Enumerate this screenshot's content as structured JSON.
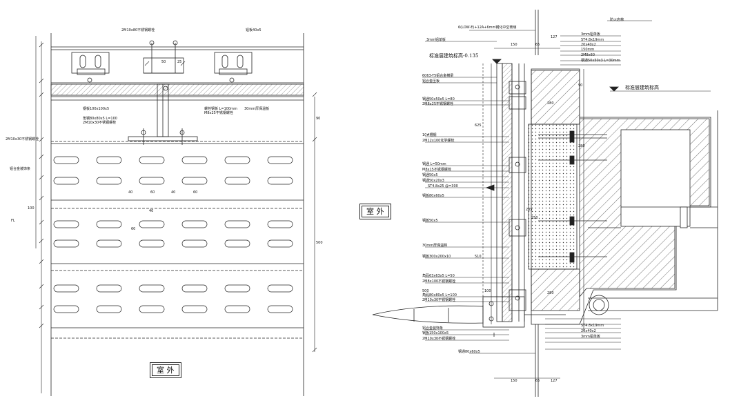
{
  "left_view": {
    "outside_label": "室  外",
    "dims": {
      "d50": "50",
      "d25": "25",
      "d40a": "40",
      "d60a": "60",
      "d40b": "40",
      "d60b": "60",
      "d40c": "40",
      "d60c": "60",
      "d90": "90",
      "d500": "500",
      "d100": "100"
    },
    "notes": {
      "top_bolt": "2M10x80不锈钢螺栓",
      "top_right": "铝板40x5",
      "steel_bar": "钢板100x100x5",
      "angle": "角钢80x80x5 L=100",
      "anchor": "2M10x30不锈钢螺栓",
      "bolt_right": "螺栓钢板 L=100mm",
      "bolt_right2": "M8x25不锈钢螺栓",
      "board": "30mm厚保温板",
      "left_bolt": "2M10x30不锈钢螺栓",
      "left_mid": "铝合金装饰条",
      "left_fl": "FL"
    }
  },
  "right_view": {
    "outside_label": "室  外",
    "level_std": "标准层建筑标高-0.135",
    "level_std2": "标准层建筑标高",
    "top_dims": {
      "d150": "150",
      "d65": "65",
      "d127": "127"
    },
    "bottom_dims": {
      "d150": "150",
      "d65": "65",
      "d127": "127"
    },
    "inner_dims": {
      "d280a": "280",
      "d280b": "280",
      "d280c": "280",
      "d235": "235",
      "d250": "250",
      "d90": "90",
      "d100": "100",
      "d500": "500",
      "d625": "625",
      "d510": "510"
    },
    "notes_left": [
      "6(LOW-E)+12A+6mm钢化中空玻璃",
      "3mm铝单板",
      "6063-T5铝合金横梁",
      "铝合金压板",
      "钢通50x50x5 L=80",
      "2M8x25不锈钢螺栓",
      "10#槽钢",
      "2M12x100化学螺栓",
      "钢通 L=50mm",
      "M8x15不锈钢螺栓",
      "钢通50x5",
      "钢通50x20x3",
      "ST4.8x25 @=300",
      "钢板80x60x5",
      "钢板50x5",
      "30mm厚保温棉",
      "钢板300x200x10",
      "角码63x63x5 L=50",
      "2M8x100不锈钢螺栓",
      "角码80x80x5 L=100",
      "2M10x30不锈钢螺栓",
      "铝合金装饰条",
      "钢板150x100x5",
      "2M10x30不锈钢螺栓",
      "钢通80x60x5"
    ],
    "notes_right": [
      "3mm铝单板",
      "ST4.8x19mm",
      "20x40x2",
      "150mm",
      "2M8x60",
      "钢通50x50x3 L=30mm",
      "ST4.8x19mm",
      "20x40x2",
      "3mm铝单板"
    ],
    "floor_note": "防火岩棉"
  }
}
